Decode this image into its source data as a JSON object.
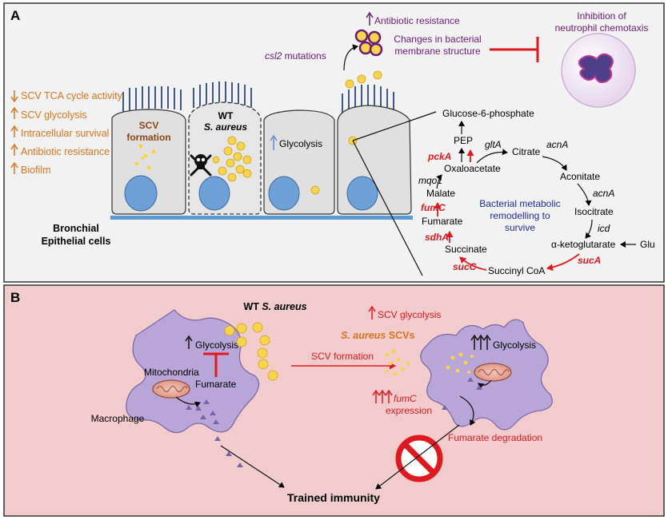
{
  "colors": {
    "panel_a_bg": "#f2f2f2",
    "panel_b_bg": "#f2cccd",
    "cell_fill": "#e0e0e0",
    "nucleus": "#6ea0d8",
    "bacteria": "#f7d54a",
    "orange_text": "#d9741a",
    "red_text": "#e0191e",
    "purple_text": "#6a1b74",
    "blue_text": "#1f2aa8",
    "macrophage": "#b9a6d8"
  },
  "panel_a": {
    "label": "A",
    "left_list": [
      {
        "arrow": "down",
        "text": "SCV TCA cycle activity"
      },
      {
        "arrow": "up",
        "text": "SCV glycolysis"
      },
      {
        "arrow": "up",
        "text": "Intracellular survival"
      },
      {
        "arrow": "up",
        "text": "Antibiotic resistance"
      },
      {
        "arrow": "up",
        "text": "Biofilm"
      }
    ],
    "cell1_label_1": "SCV",
    "cell1_label_2": "formation",
    "cell2_label_1": "WT",
    "cell2_label_2": "S. aureus",
    "cell3_label": "Glycolysis",
    "epithelium_1": "Bronchial",
    "epithelium_2": "Epithelial cells",
    "csl2": "csl2",
    "mutations": " mutations",
    "antibiotic_resistance": "Antibiotic resistance",
    "membrane_1": "Changes in bacterial",
    "membrane_2": "membrane structure",
    "inhibition_1": "Inhibition of",
    "inhibition_2": "neutrophil chemotaxis",
    "metabolic_1": "Bacterial metabolic",
    "metabolic_2": "remodelling to",
    "metabolic_3": "survive",
    "metabolites": {
      "g6p": "Glucose-6-phosphate",
      "pep": "PEP",
      "oxaloacetate": "Oxaloacetate",
      "citrate": "Citrate",
      "aconitate": "Aconitate",
      "isocitrate": "Isocitrate",
      "akg": "α-ketoglutarate",
      "glu": "Glu",
      "succinyl": "Succinyl CoA",
      "succinate": "Succinate",
      "fumarate": "Fumarate",
      "malate": "Malate"
    },
    "enzymes": {
      "pckA": "pckA",
      "gltA": "gltA",
      "acnA1": "acnA",
      "acnA2": "acnA",
      "icd": "icd",
      "sucA": "sucA",
      "sucC": "sucC",
      "sdhA": "sdhA",
      "fumC": "fumC",
      "mqo1": "mqo1"
    }
  },
  "panel_b": {
    "label": "B",
    "wt": "WT ",
    "wt_species": "S. aureus",
    "glycolysis": "Glycolysis",
    "mitochondria": "Mitochondria",
    "fumarate": "Fumarate",
    "macrophage": "Macrophage",
    "scv_formation": "SCV formation",
    "scv_glycolysis": "SCV glycolysis",
    "scv_species": "S. aureus",
    "scvs": " SCVs",
    "glycolysis_right": "Glycolysis",
    "fumc": "fumC",
    "expression": "expression",
    "degradation": "Fumarate degradation",
    "trained": "Trained immunity"
  }
}
